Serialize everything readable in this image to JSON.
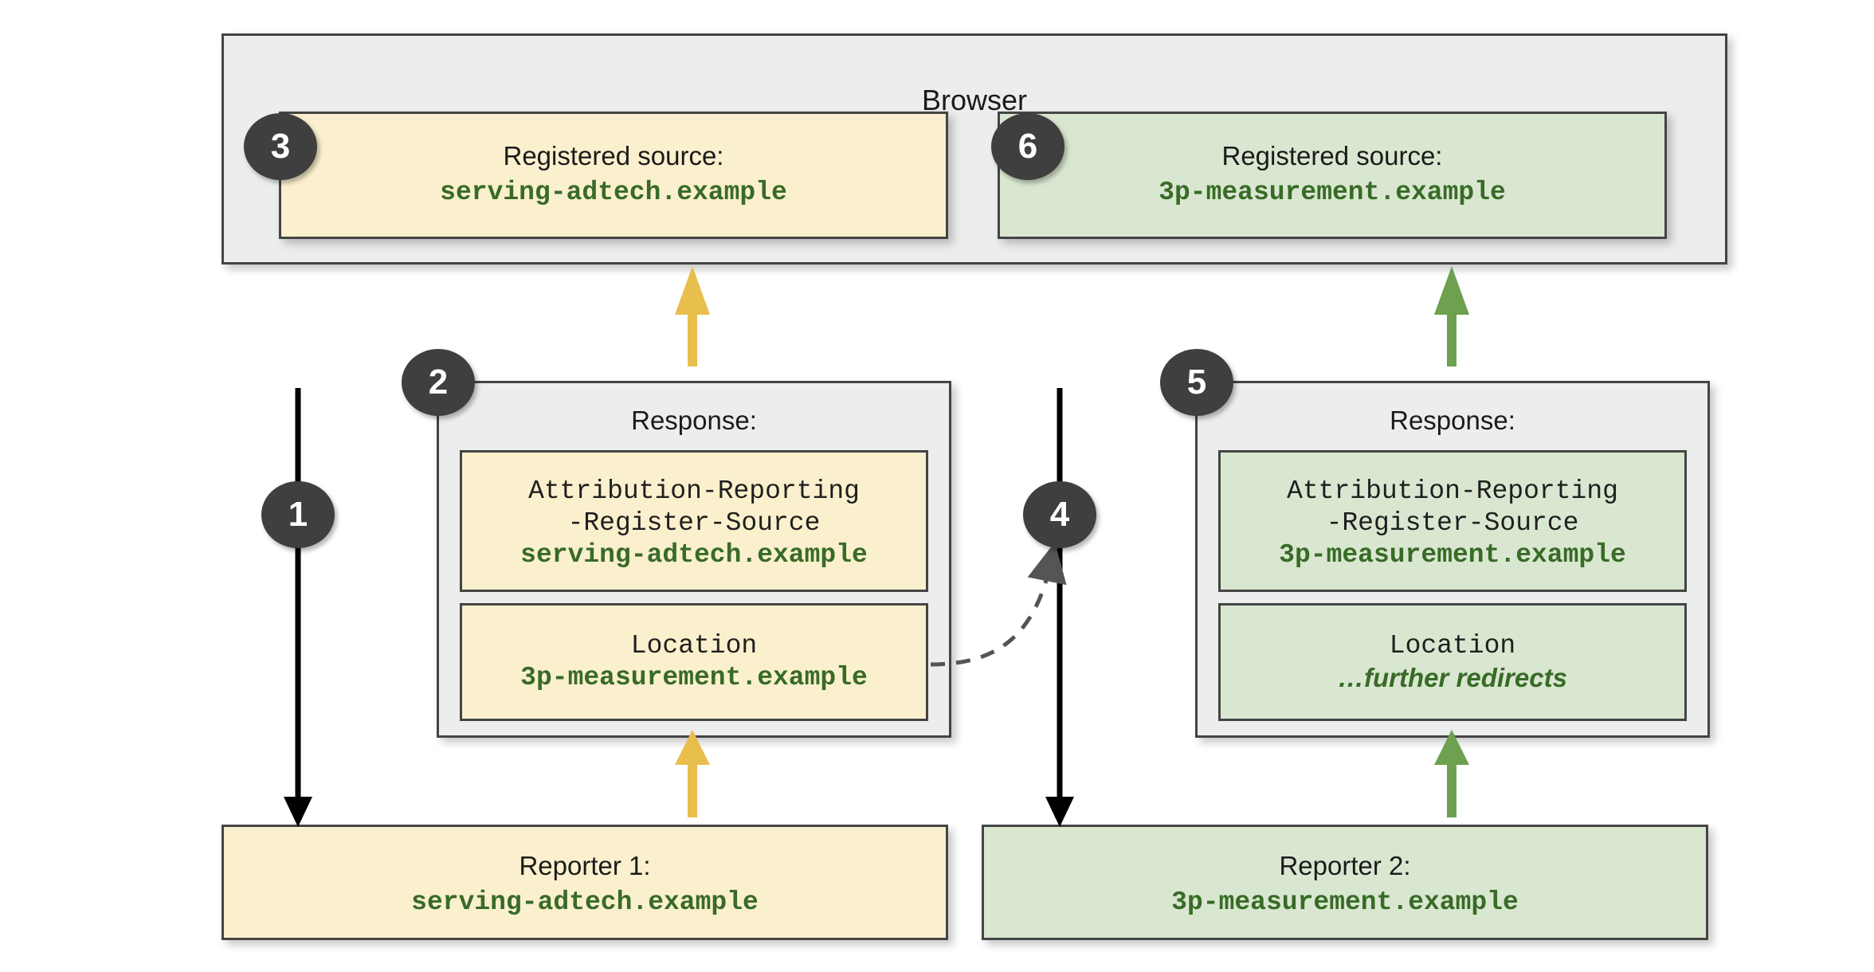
{
  "browser": {
    "title": "Browser",
    "registered_sources": [
      {
        "badge": "3",
        "caption": "Registered source:",
        "value": "serving-adtech.example",
        "theme": "yellow"
      },
      {
        "badge": "6",
        "caption": "Registered source:",
        "value": "3p-measurement.example",
        "theme": "green"
      }
    ]
  },
  "responses": [
    {
      "badge": "2",
      "title": "Response:",
      "theme": "yellow",
      "headers": [
        {
          "name_line1": "Attribution-Reporting",
          "name_line2": "-Register-Source",
          "value": "serving-adtech.example",
          "value_style": "mono"
        },
        {
          "name_line1": "Location",
          "name_line2": "",
          "value": "3p-measurement.example",
          "value_style": "mono"
        }
      ]
    },
    {
      "badge": "5",
      "title": "Response:",
      "theme": "green",
      "headers": [
        {
          "name_line1": "Attribution-Reporting",
          "name_line2": "-Register-Source",
          "value": "3p-measurement.example",
          "value_style": "mono"
        },
        {
          "name_line1": "Location",
          "name_line2": "",
          "value": "…further redirects",
          "value_style": "italic"
        }
      ]
    }
  ],
  "reporters": [
    {
      "caption": "Reporter 1:",
      "value": "serving-adtech.example",
      "theme": "yellow"
    },
    {
      "caption": "Reporter 2:",
      "value": "3p-measurement.example",
      "theme": "green"
    }
  ],
  "flow_badges": [
    {
      "label": "1"
    },
    {
      "label": "4"
    }
  ],
  "colors": {
    "yellow_fill": "#fbf0cd",
    "green_fill": "#d9e7d0",
    "grey_fill": "#eceded",
    "border": "#444444",
    "green_text": "#386b27",
    "yellow_arrow": "#e8be4d",
    "green_arrow": "#6da04f",
    "black_arrow": "#000000",
    "badge_fill": "#3f3f3f",
    "dashed_arrow": "#555555"
  }
}
